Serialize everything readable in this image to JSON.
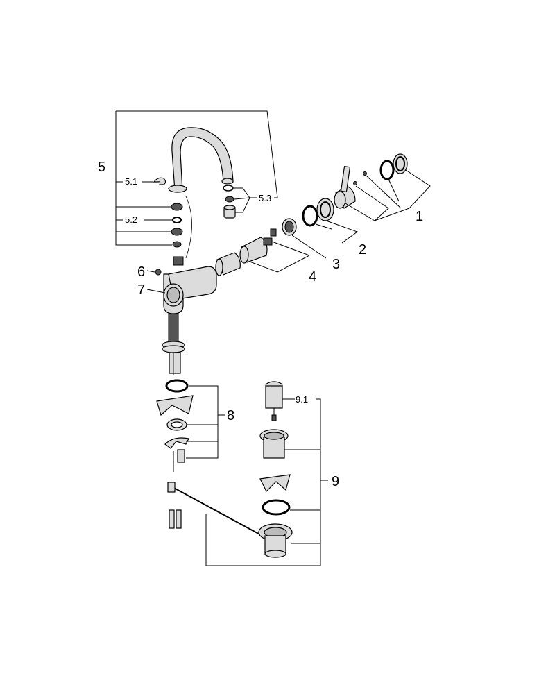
{
  "labels": {
    "p1": "1",
    "p2": "2",
    "p3": "3",
    "p4": "4",
    "p5": "5",
    "p5_1": "5.1",
    "p5_2": "5.2",
    "p5_3": "5.3",
    "p6": "6",
    "p7": "7",
    "p8": "8",
    "p9": "9",
    "p9_1": "9.1"
  }
}
